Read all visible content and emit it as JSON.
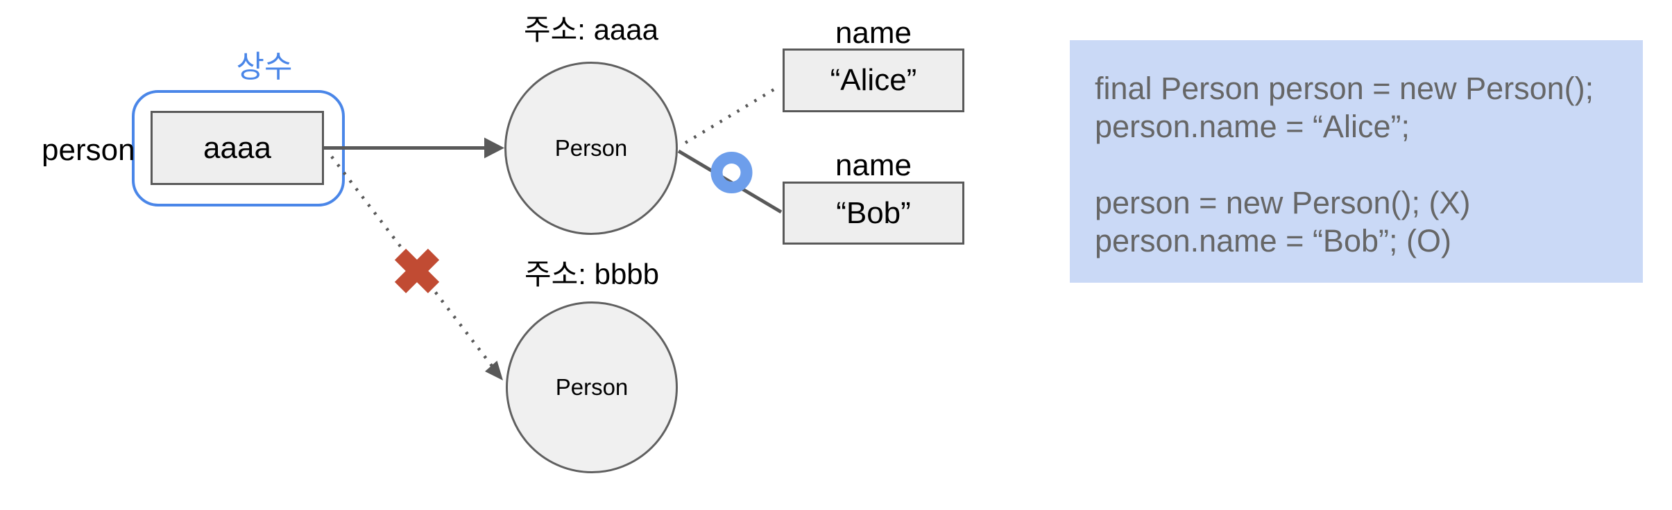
{
  "diagram_title": "final reference diagram",
  "colors": {
    "accent_blue": "#4a86e8",
    "ring_blue": "#6d9eeb",
    "cross_red": "#c14b33",
    "code_panel_bg": "#cad9f6",
    "code_text": "#666666",
    "shape_fill": "#eeeeee",
    "stroke_gray": "#595959"
  },
  "stack": {
    "variable_name": "person",
    "constant_label": "상수",
    "value": "aaaa"
  },
  "heap": {
    "object_a": {
      "address": "주소: aaaa",
      "label": "Person"
    },
    "object_b": {
      "address": "주소: bbbb",
      "label": "Person"
    }
  },
  "fields": {
    "alice": {
      "label": "name",
      "value": "“Alice”"
    },
    "bob": {
      "label": "name",
      "value": "“Bob”"
    }
  },
  "markers": {
    "forbidden": "x-mark",
    "allowed": "o-mark"
  },
  "code": {
    "line1": "final Person person = new Person();",
    "line2": "person.name = “Alice”;",
    "line3": "",
    "line4": "person = new Person(); (X)",
    "line5": "person.name = “Bob”; (O)"
  }
}
